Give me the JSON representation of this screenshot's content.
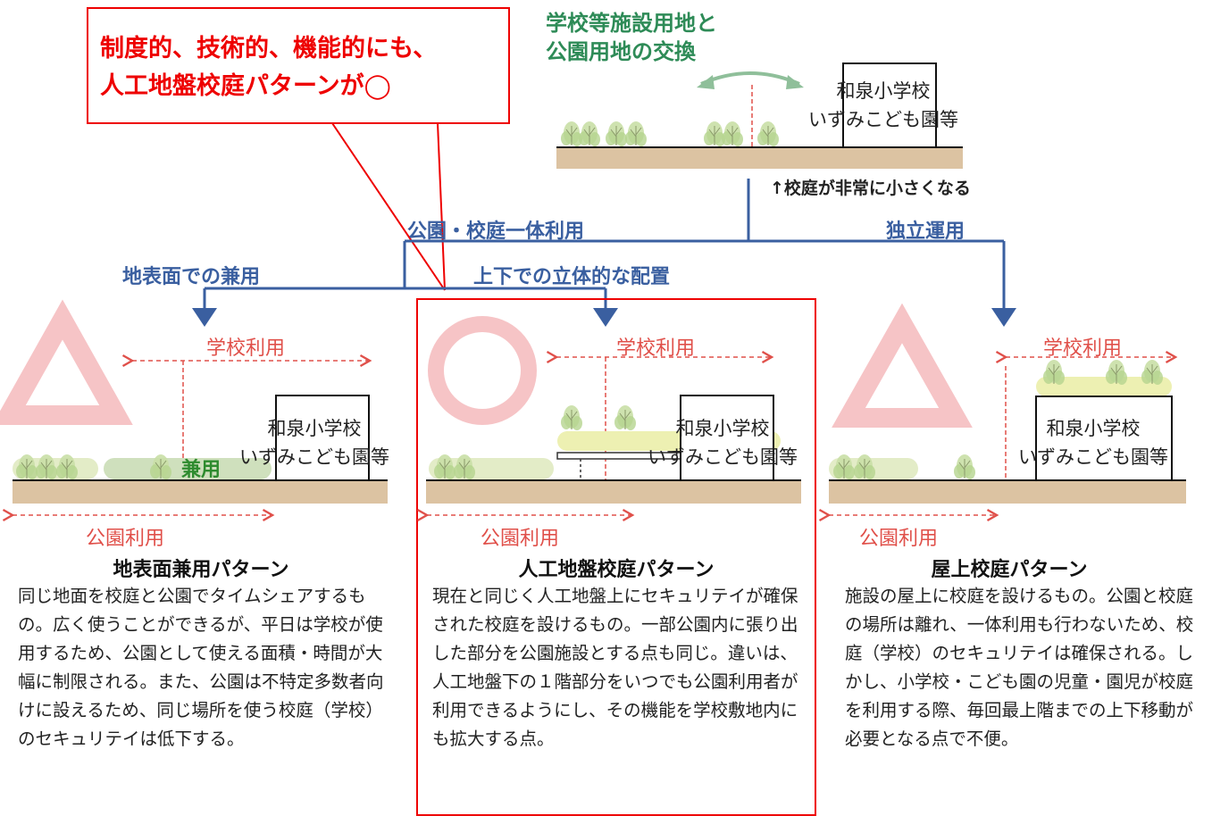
{
  "callout": {
    "line1": "制度的、技術的、機能的にも、",
    "line2": "人工地盤校庭パターンが◯"
  },
  "top": {
    "title_line1": "学校等施設用地と",
    "title_line2": "公園用地の交換",
    "school_line1": "和泉小学校",
    "school_line2": "いずみこども園等",
    "note": "↑校庭が非常に小さくなる"
  },
  "branches": {
    "integrated": "公園・校庭一体利用",
    "independent": "独立運用",
    "surface_shared": "地表面での兼用",
    "vertical": "上下での立体的な配置"
  },
  "labels": {
    "school_use": "学校利用",
    "park_use": "公園利用",
    "shared": "兼用",
    "school_line1": "和泉小学校",
    "school_line2": "いずみこども園等"
  },
  "patterns": [
    {
      "rating": "△",
      "title": "地表面兼用パターン",
      "description": "同じ地面を校庭と公園でタイムシェアするもの。広く使うことができるが、平日は学校が使用するため、公園として使える面積・時間が大幅に制限される。また、公園は不特定多数者向けに設えるため、同じ場所を使う校庭（学校）のセキュリテイは低下する。"
    },
    {
      "rating": "◯",
      "title": "人工地盤校庭パターン",
      "description": "現在と同じく人工地盤上にセキュリテイが確保された校庭を設けるもの。一部公園内に張り出した部分を公園施設とする点も同じ。違いは、人工地盤下の１階部分をいつでも公園利用者が利用できるようにし、その機能を学校敷地内にも拡大する点。"
    },
    {
      "rating": "△",
      "title": "屋上校庭パターン",
      "description": "施設の屋上に校庭を設けるもの。公園と校庭の場所は離れ、一体利用も行わないため、校庭（学校）のセキュリテイは確保される。しかし、小学校・こども園の児童・園児が校庭を利用する際、毎回最上階までの上下移動が必要となる点で不便。"
    }
  ],
  "colors": {
    "callout": "#e00000",
    "green_title": "#2e8b57",
    "flow_blue": "#3a5fa0",
    "dim_red": "#e0504a",
    "ground": "#dcc3a2",
    "rating_pink": "#f6c4c6"
  }
}
